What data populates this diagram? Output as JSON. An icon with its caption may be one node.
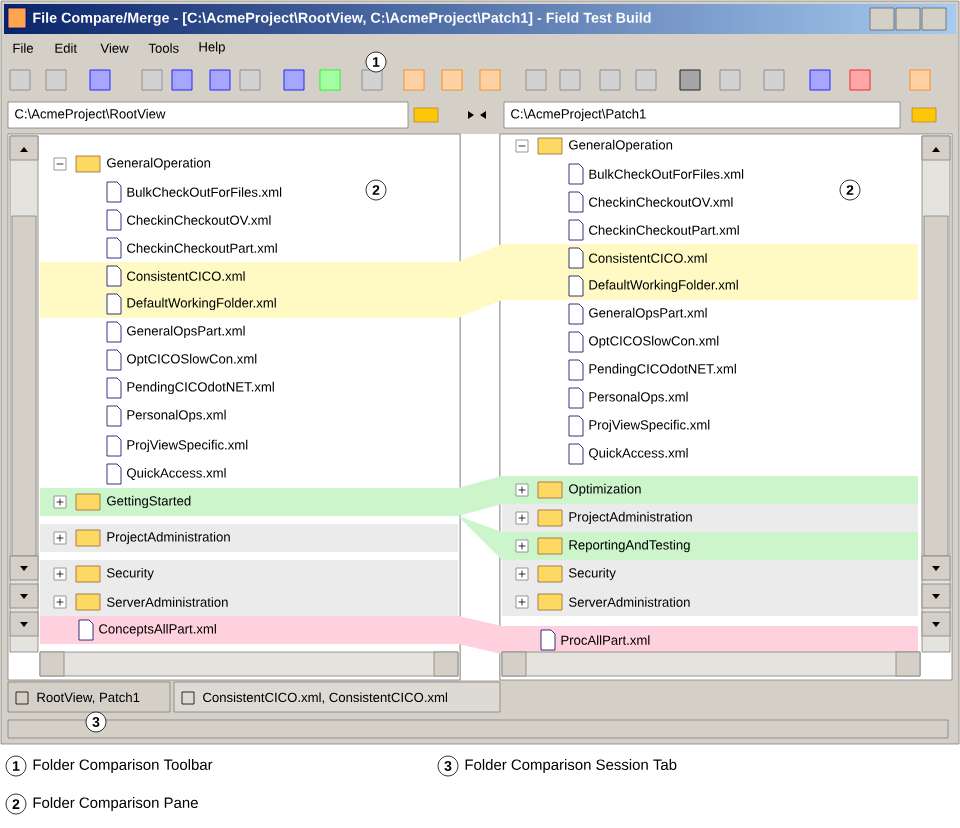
{
  "diagram": {
    "title": "File Compare/Merge - [C:\\AcmeProject\\RootView, C:\\AcmeProject\\Patch1] - Field Test Build",
    "labels": [
      "File",
      "Edit",
      "View",
      "Tools",
      "Help",
      "1",
      "C:\\AcmeProject\\RootView",
      "C:\\AcmeProject\\Patch1",
      "GeneralOperation",
      "BulkCheckOutForFiles.xml",
      "CheckinCheckoutOV.xml",
      "CheckinCheckoutPart.xml",
      "ConsistentCICO.xml",
      "DefaultWorkingFolder.xml",
      "GeneralOpsPart.xml",
      "OptCICOSlowCon.xml",
      "PendingCICOdotNET.xml",
      "PersonalOps.xml",
      "ProjViewSpecific.xml",
      "QuickAccess.xml",
      "GettingStarted",
      "ProjectAdministration",
      "Security",
      "ServerAdministration",
      "ConceptsAllPart.xml",
      "2",
      "GeneralOperation",
      "BulkCheckOutForFiles.xml",
      "CheckinCheckoutOV.xml",
      "CheckinCheckoutPart.xml",
      "ConsistentCICO.xml",
      "DefaultWorkingFolder.xml",
      "GeneralOpsPart.xml",
      "OptCICOSlowCon.xml",
      "PendingCICOdotNET.xml",
      "PersonalOps.xml",
      "ProjViewSpecific.xml",
      "QuickAccess.xml",
      "Optimization",
      "ProjectAdministration",
      "ReportingAndTesting",
      "Security",
      "ServerAdministration",
      "ProcAllPart.xml",
      "2",
      "RootView, Patch1",
      "ConsistentCICO.xml, ConsistentCICO.xml",
      "3",
      "1",
      "Folder Comparison Toolbar",
      "3",
      "Folder Comparison Session Tab",
      "2",
      "Folder Comparison Pane"
    ]
  }
}
